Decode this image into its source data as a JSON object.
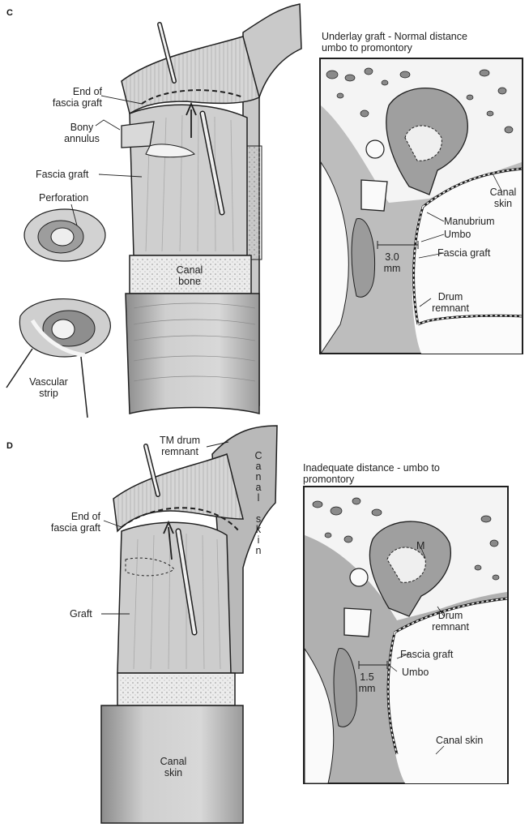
{
  "panels": {
    "c": {
      "letter": "C",
      "inset_title_line1": "Underlay graft - Normal distance",
      "inset_title_line2": "umbo to promontory",
      "labels": {
        "end_of_fascia_graft_1": "End of",
        "end_of_fascia_graft_2": "fascia graft",
        "bony_annulus_1": "Bony",
        "bony_annulus_2": "annulus",
        "fascia_graft": "Fascia graft",
        "perforation": "Perforation",
        "canal_bone_1": "Canal",
        "canal_bone_2": "bone",
        "vascular_strip_1": "Vascular",
        "vascular_strip_2": "strip",
        "canal_skin_1": "Canal",
        "canal_skin_2": "skin",
        "manubrium": "Manubrium",
        "umbo": "Umbo",
        "distance_1": "3.0",
        "distance_2": "mm",
        "inset_fascia_graft": "Fascia graft",
        "drum_remnant_1": "Drum",
        "drum_remnant_2": "remnant"
      }
    },
    "d": {
      "letter": "D",
      "inset_title_line1": "Inadequate distance - umbo to",
      "inset_title_line2": "promontory",
      "labels": {
        "tm_drum_remnant_1": "TM drum",
        "tm_drum_remnant_2": "remnant",
        "canal_skin_vertical": [
          "C",
          "a",
          "n",
          "a",
          "l",
          " ",
          "s",
          "k",
          "i",
          "n"
        ],
        "end_of_fascia_graft_1": "End of",
        "end_of_fascia_graft_2": "fascia graft",
        "graft": "Graft",
        "canal_skin_1": "Canal",
        "canal_skin_2": "skin",
        "m": "M",
        "drum_remnant_1": "Drum",
        "drum_remnant_2": "remnant",
        "fascia_graft": "Fascia graft",
        "umbo": "Umbo",
        "distance_1": "1.5",
        "distance_2": "mm",
        "inset_canal_skin": "Canal skin"
      }
    }
  },
  "colors": {
    "ink": "#1f1f1f",
    "tissue_light": "#dcdcdc",
    "tissue_mid": "#bdbdbd",
    "tissue_dark": "#9a9a9a",
    "bone": "#e9e9e9",
    "inset_gray": "#b8b8b8",
    "inset_dark": "#8d8d8d"
  }
}
